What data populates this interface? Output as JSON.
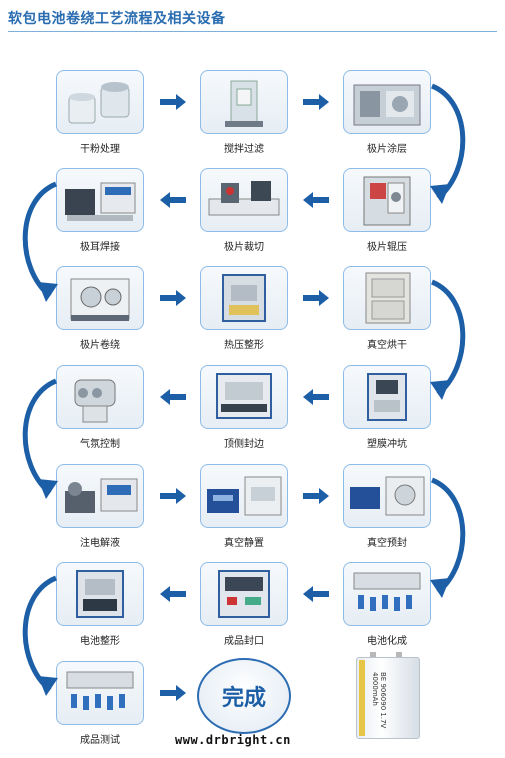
{
  "title": "软包电池卷绕工艺流程及相关设备",
  "steps": [
    {
      "label": "干粉处理"
    },
    {
      "label": "搅拌过滤"
    },
    {
      "label": "极片涂层"
    },
    {
      "label": "极耳焊接"
    },
    {
      "label": "极片裁切"
    },
    {
      "label": "极片辊压"
    },
    {
      "label": "极片卷绕"
    },
    {
      "label": "热压整形"
    },
    {
      "label": "真空烘干"
    },
    {
      "label": "气氛控制"
    },
    {
      "label": "顶侧封边"
    },
    {
      "label": "塑膜冲坑"
    },
    {
      "label": "注电解液"
    },
    {
      "label": "真空静置"
    },
    {
      "label": "真空预封"
    },
    {
      "label": "电池整形"
    },
    {
      "label": "成品封口"
    },
    {
      "label": "电池化成"
    },
    {
      "label": "成品测试"
    }
  ],
  "done_label": "完成",
  "website": "www.drbright.cn",
  "battery_text": "BE 906090  1.7V 4000mAh",
  "colors": {
    "accent": "#1d5fa6",
    "border": "#8dbce8",
    "title": "#2a6cb0"
  }
}
